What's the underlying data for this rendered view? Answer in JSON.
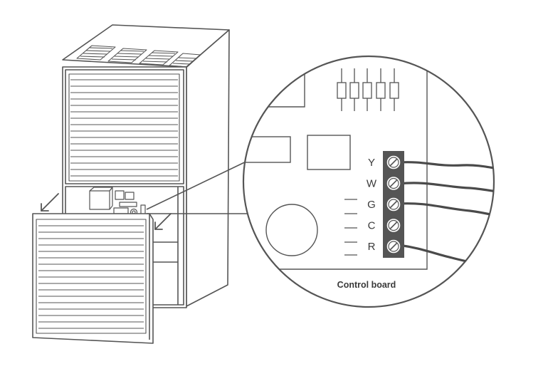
{
  "diagram": {
    "caption": "Control board",
    "terminals": [
      {
        "label": "Y",
        "wired": true
      },
      {
        "label": "W",
        "wired": true
      },
      {
        "label": "G",
        "wired": true
      },
      {
        "label": "C",
        "wired": false
      },
      {
        "label": "R",
        "wired": true
      }
    ],
    "colors": {
      "line": "#555555",
      "wire": "#4a4a4a",
      "terminal_strip": "#555555",
      "background": "#ffffff"
    },
    "icons": [
      "furnace-illustration",
      "removed-panel",
      "down-left-arrow",
      "magnifier-callout",
      "terminal-screw",
      "resistor"
    ]
  }
}
